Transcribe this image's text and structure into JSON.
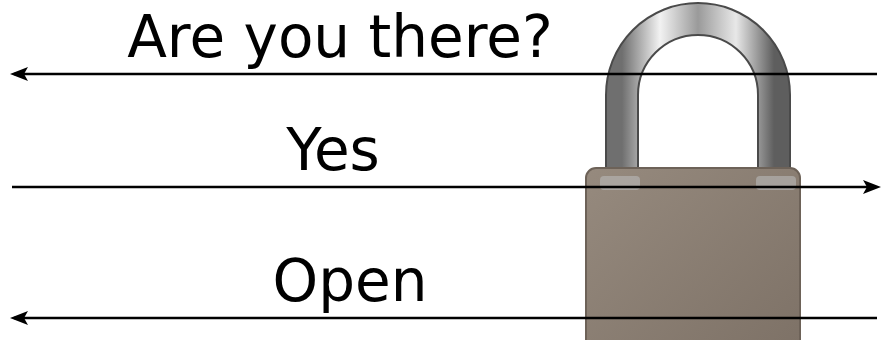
{
  "diagram": {
    "labels": [
      "Are you there?",
      "Yes",
      "Open"
    ]
  }
}
